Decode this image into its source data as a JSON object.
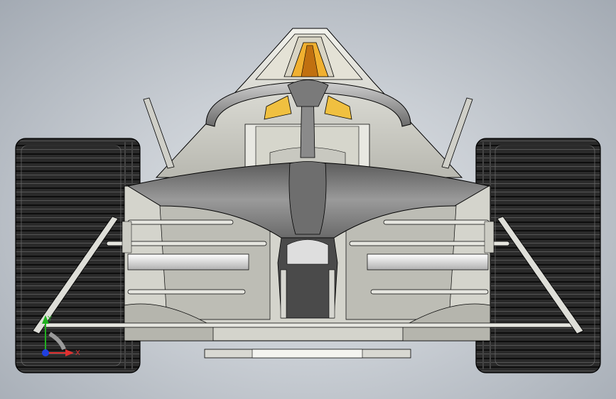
{
  "viewport": {
    "background_top": "#e2e6ea",
    "background_edge": "#a3aab3"
  },
  "model": {
    "subject": "race-car-front-view",
    "colors": {
      "tire": "#1a1a1a",
      "body": "#8a8a8a",
      "body_light": "#d8d8d0",
      "wing": "#e6e6e0",
      "halo": "#9a9a9a",
      "accent": "#f0b030",
      "outline": "#000000"
    }
  },
  "triad": {
    "x_label": "X",
    "y_label": "Y",
    "colors": {
      "x": "#e03030",
      "y": "#20b020",
      "z": "#2040e0"
    }
  }
}
